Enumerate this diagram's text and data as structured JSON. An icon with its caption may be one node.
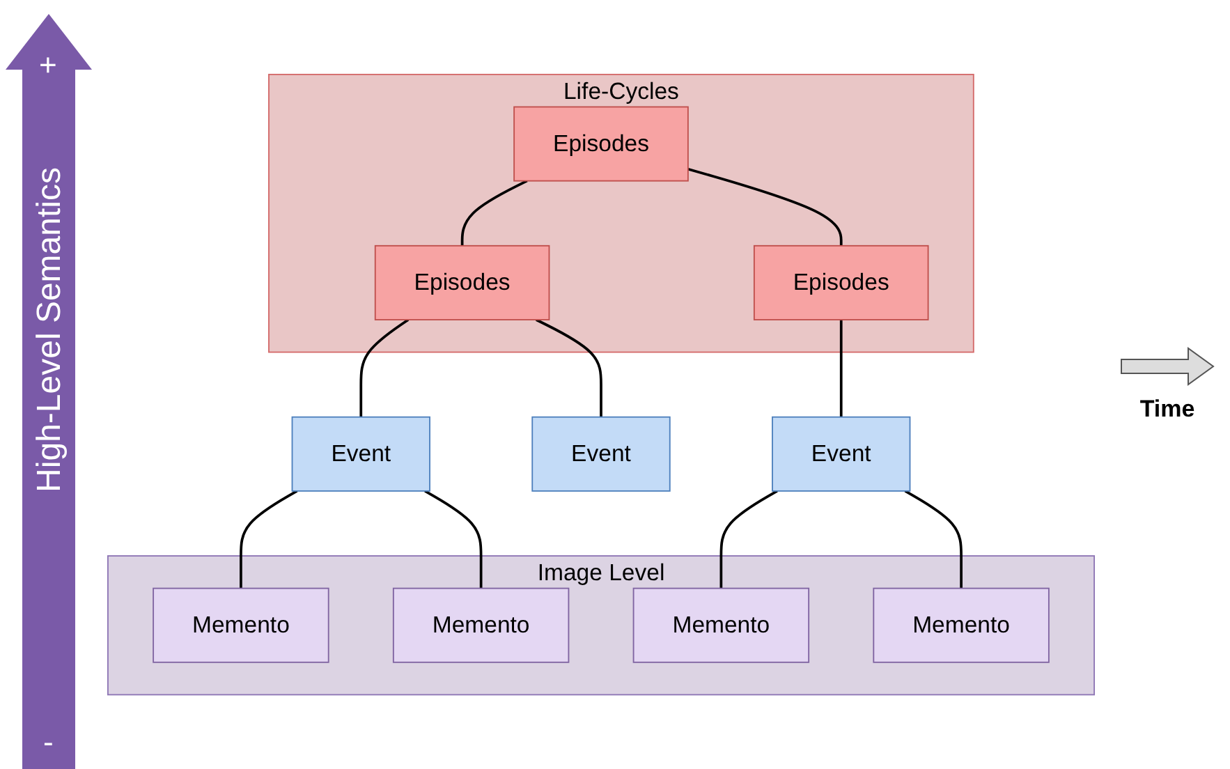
{
  "diagram": {
    "nodes": [
      {
        "text": [
          "Life-Cycles"
        ]
      },
      {
        "text": [
          "Episodes"
        ],
        "in": 0
      },
      {
        "text": [
          "Episodes"
        ],
        "in": 0
      },
      {
        "text": [
          "Episodes"
        ],
        "in": 0
      },
      {
        "text": [
          "Event"
        ]
      },
      {
        "text": [
          "Event"
        ]
      },
      {
        "text": [
          "Event"
        ]
      },
      {
        "text": [
          "Image Level"
        ]
      },
      {
        "text": [
          "Memento"
        ],
        "in": 7
      },
      {
        "text": [
          "Memento"
        ],
        "in": 7
      },
      {
        "text": [
          "Memento"
        ],
        "in": 7
      },
      {
        "text": [
          "Memento"
        ],
        "in": 7
      }
    ],
    "edges": [
      {
        "from": 1,
        "to": 2,
        "arrow": "none"
      },
      {
        "from": 1,
        "to": 3,
        "arrow": "none"
      },
      {
        "from": 2,
        "to": 4,
        "arrow": "none"
      },
      {
        "from": 2,
        "to": 5,
        "arrow": "none"
      },
      {
        "from": 3,
        "to": 6,
        "arrow": "none"
      },
      {
        "from": 4,
        "to": 8,
        "arrow": "none"
      },
      {
        "from": 4,
        "to": 9,
        "arrow": "none"
      },
      {
        "from": 6,
        "to": 10,
        "arrow": "none"
      },
      {
        "from": 6,
        "to": 11,
        "arrow": "none"
      }
    ],
    "labels": [
      "+",
      "High-Level Semantics",
      "-",
      "Time"
    ]
  }
}
